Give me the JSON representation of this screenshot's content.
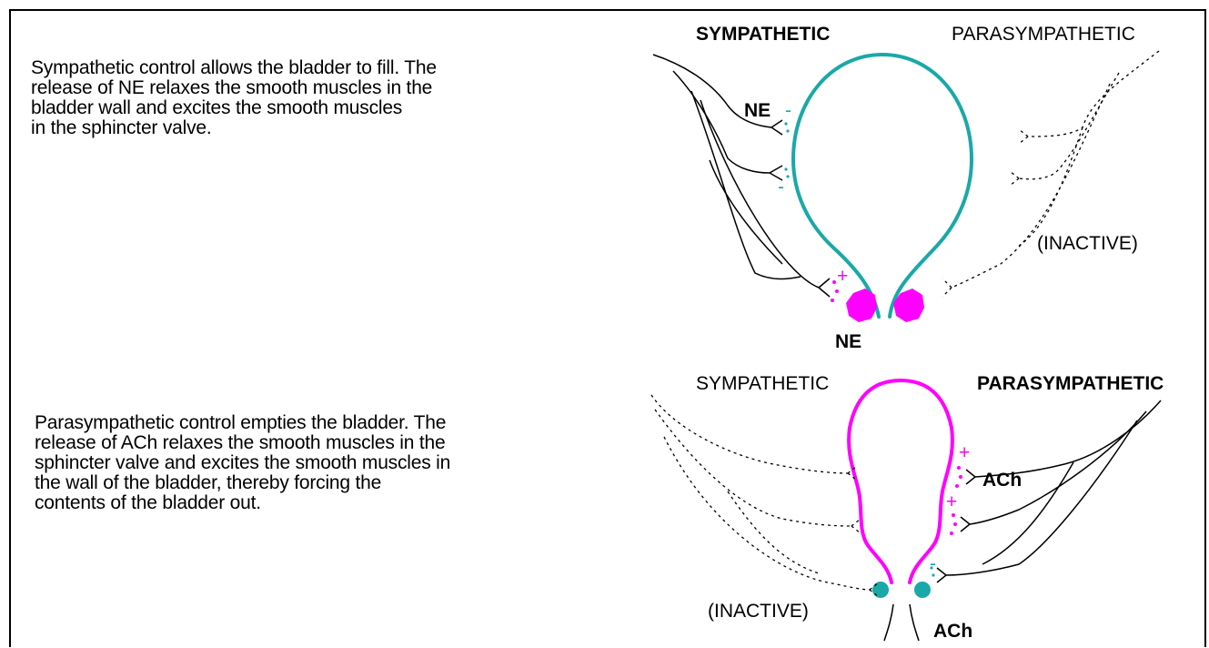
{
  "top_panel": {
    "paragraph": [
      "Sympathetic control allows the bladder to fill.  The",
      "release of NE relaxes the smooth muscles in the",
      "bladder wall and excites the smooth muscles",
      "in the sphincter valve."
    ],
    "label_sympathetic": "SYMPATHETIC",
    "label_parasympathetic": "PARASYMPATHETIC",
    "label_ne_wall": "NE",
    "label_ne_sphincter": "NE",
    "label_inactive": "(INACTIVE)",
    "sign_minus": "-",
    "sign_plus": "+"
  },
  "bottom_panel": {
    "paragraph": [
      "Parasympathetic control empties the bladder.  The",
      "release of ACh relaxes the smooth muscles in the",
      "sphincter valve and excites the smooth muscles in",
      "the wall of the bladder, thereby forcing the",
      "contents of the bladder out."
    ],
    "label_sympathetic": "SYMPATHETIC",
    "label_parasympathetic": "PARASYMPATHETIC",
    "label_ach_wall": "ACh",
    "label_ach_sphincter": "ACh",
    "label_inactive": "(INACTIVE)",
    "sign_minus": "-",
    "sign_plus": "+"
  },
  "colors": {
    "bladder_relaxed": "#1aa8a8",
    "bladder_contracted": "#ff00ff",
    "nerve": "#000000"
  }
}
